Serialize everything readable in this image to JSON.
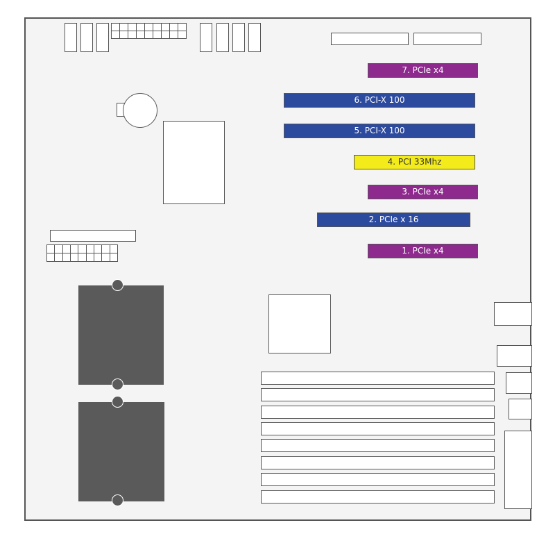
{
  "colors": {
    "pcie_x4": "#8e2a8e",
    "pci_x": "#2c4a9e",
    "pci": "#f4ec1a",
    "cpu_socket": "#5a5a5a",
    "outline": "#555555",
    "board": "#f4f4f4"
  },
  "slots": [
    {
      "label": "7. PCIe x4",
      "kind": "pcie"
    },
    {
      "label": "6. PCI-X 100",
      "kind": "pcix"
    },
    {
      "label": "5. PCI-X 100",
      "kind": "pcix"
    },
    {
      "label": "4. PCI 33Mhz",
      "kind": "pci"
    },
    {
      "label": "3. PCIe x4",
      "kind": "pcie"
    },
    {
      "label": "2. PCIe x 16",
      "kind": "pcie16"
    },
    {
      "label": "1. PCIe x4",
      "kind": "pcie"
    }
  ]
}
